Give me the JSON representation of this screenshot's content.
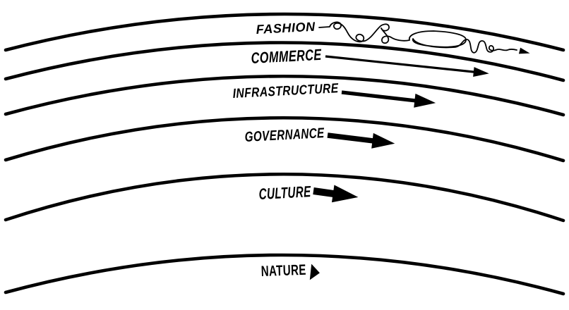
{
  "colors": {
    "ink": "#000000",
    "paper": "#ffffff"
  },
  "layers": [
    {
      "label": "FASHION",
      "arrow": "tangled-scribble-line-small-arrowhead"
    },
    {
      "label": "COMMERCE",
      "arrow": "long-thin-arrow"
    },
    {
      "label": "INFRASTRUCTURE",
      "arrow": "medium-length-thick-arrow"
    },
    {
      "label": "GOVERNANCE",
      "arrow": "short-thick-arrow"
    },
    {
      "label": "CULTURE",
      "arrow": "very-short-extra-thick-arrow"
    },
    {
      "label": "NATURE",
      "arrow": "arrowhead-only"
    }
  ]
}
